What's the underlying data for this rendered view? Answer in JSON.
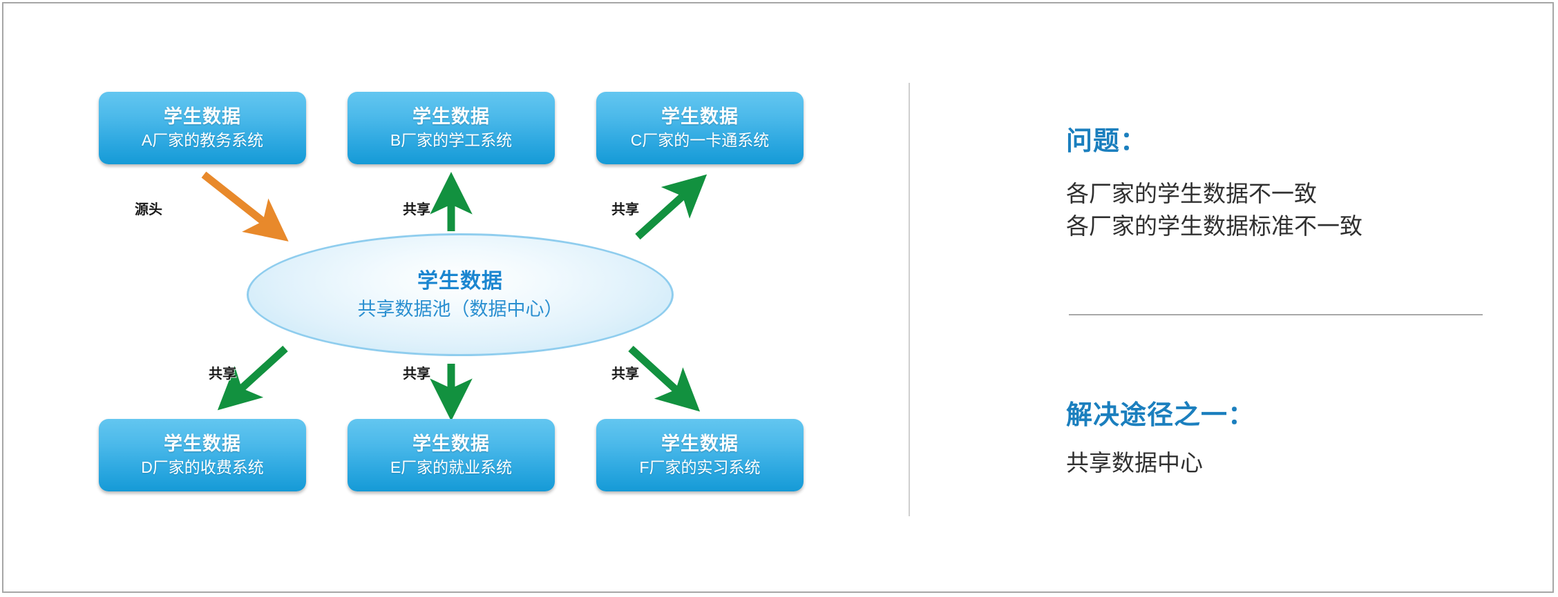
{
  "diagram": {
    "title_common": "学生数据",
    "systems": [
      {
        "id": "a",
        "title": "学生数据",
        "subtitle": "A厂家的教务系统"
      },
      {
        "id": "b",
        "title": "学生数据",
        "subtitle": "B厂家的学工系统"
      },
      {
        "id": "c",
        "title": "学生数据",
        "subtitle": "C厂家的一卡通系统"
      },
      {
        "id": "d",
        "title": "学生数据",
        "subtitle": "D厂家的收费系统"
      },
      {
        "id": "e",
        "title": "学生数据",
        "subtitle": "E厂家的就业系统"
      },
      {
        "id": "f",
        "title": "学生数据",
        "subtitle": "F厂家的实习系统"
      }
    ],
    "pool": {
      "title": "学生数据",
      "subtitle": "共享数据池（数据中心）"
    },
    "arrows": [
      {
        "id": "source-a",
        "label": "源头",
        "color": "#e8892b",
        "direction": "box-a-to-pool"
      },
      {
        "id": "share-b",
        "label": "共享",
        "color": "#12913f",
        "direction": "pool-to-box-b"
      },
      {
        "id": "share-c",
        "label": "共享",
        "color": "#12913f",
        "direction": "pool-to-box-c"
      },
      {
        "id": "share-d",
        "label": "共享",
        "color": "#12913f",
        "direction": "pool-to-box-d"
      },
      {
        "id": "share-e",
        "label": "共享",
        "color": "#12913f",
        "direction": "pool-to-box-e"
      },
      {
        "id": "share-f",
        "label": "共享",
        "color": "#12913f",
        "direction": "pool-to-box-f"
      }
    ]
  },
  "panel": {
    "problem_heading": "问题：",
    "problem_body": "各厂家的学生数据不一致\n各厂家的学生数据标准不一致",
    "solution_heading": "解决途径之一：",
    "solution_body": "共享数据中心"
  },
  "colors": {
    "box_top": "#63c6f0",
    "box_bottom": "#159ad6",
    "pool_fill": "#dff1fb",
    "pool_stroke": "#8fcdee",
    "pool_title": "#1b86d0",
    "heading_blue": "#1b7fbe",
    "arrow_green": "#12913f",
    "arrow_orange": "#e8892b",
    "divider_gray": "#cfcfcf"
  }
}
